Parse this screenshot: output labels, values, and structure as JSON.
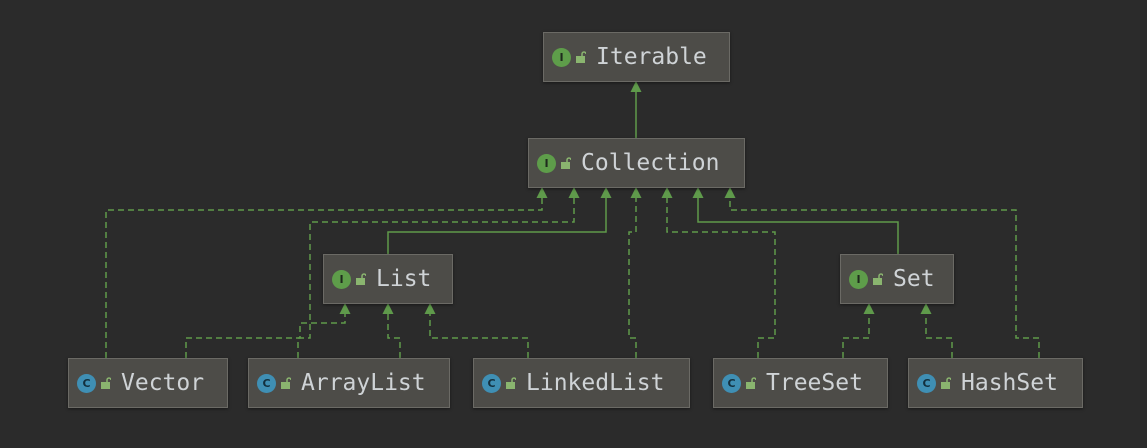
{
  "diagram": {
    "colors": {
      "background": "#2b2b2b",
      "node_fill": "#4d4c48",
      "node_border": "#6b6a65",
      "text": "#cfd3d6",
      "edge": "#5f9a4b",
      "interface_badge": "#5e9d4a",
      "class_badge": "#3f8fb4"
    },
    "nodes": {
      "iterable": {
        "label": "Iterable",
        "kind": "interface",
        "badge": "I"
      },
      "collection": {
        "label": "Collection",
        "kind": "interface",
        "badge": "I"
      },
      "list": {
        "label": "List",
        "kind": "interface",
        "badge": "I"
      },
      "set": {
        "label": "Set",
        "kind": "interface",
        "badge": "I"
      },
      "vector": {
        "label": "Vector",
        "kind": "class",
        "badge": "C"
      },
      "arraylist": {
        "label": "ArrayList",
        "kind": "class",
        "badge": "C"
      },
      "linkedlist": {
        "label": "LinkedList",
        "kind": "class",
        "badge": "C"
      },
      "treeset": {
        "label": "TreeSet",
        "kind": "class",
        "badge": "C"
      },
      "hashset": {
        "label": "HashSet",
        "kind": "class",
        "badge": "C"
      }
    },
    "edges": [
      {
        "from": "collection",
        "to": "iterable",
        "style": "extends"
      },
      {
        "from": "list",
        "to": "collection",
        "style": "extends"
      },
      {
        "from": "set",
        "to": "collection",
        "style": "extends"
      },
      {
        "from": "vector",
        "to": "collection",
        "style": "implements"
      },
      {
        "from": "arraylist",
        "to": "collection",
        "style": "implements"
      },
      {
        "from": "linkedlist",
        "to": "collection",
        "style": "implements"
      },
      {
        "from": "treeset",
        "to": "collection",
        "style": "implements"
      },
      {
        "from": "hashset",
        "to": "collection",
        "style": "implements"
      },
      {
        "from": "vector",
        "to": "list",
        "style": "implements"
      },
      {
        "from": "arraylist",
        "to": "list",
        "style": "implements"
      },
      {
        "from": "linkedlist",
        "to": "list",
        "style": "implements"
      },
      {
        "from": "treeset",
        "to": "set",
        "style": "implements"
      },
      {
        "from": "hashset",
        "to": "set",
        "style": "implements"
      }
    ]
  }
}
